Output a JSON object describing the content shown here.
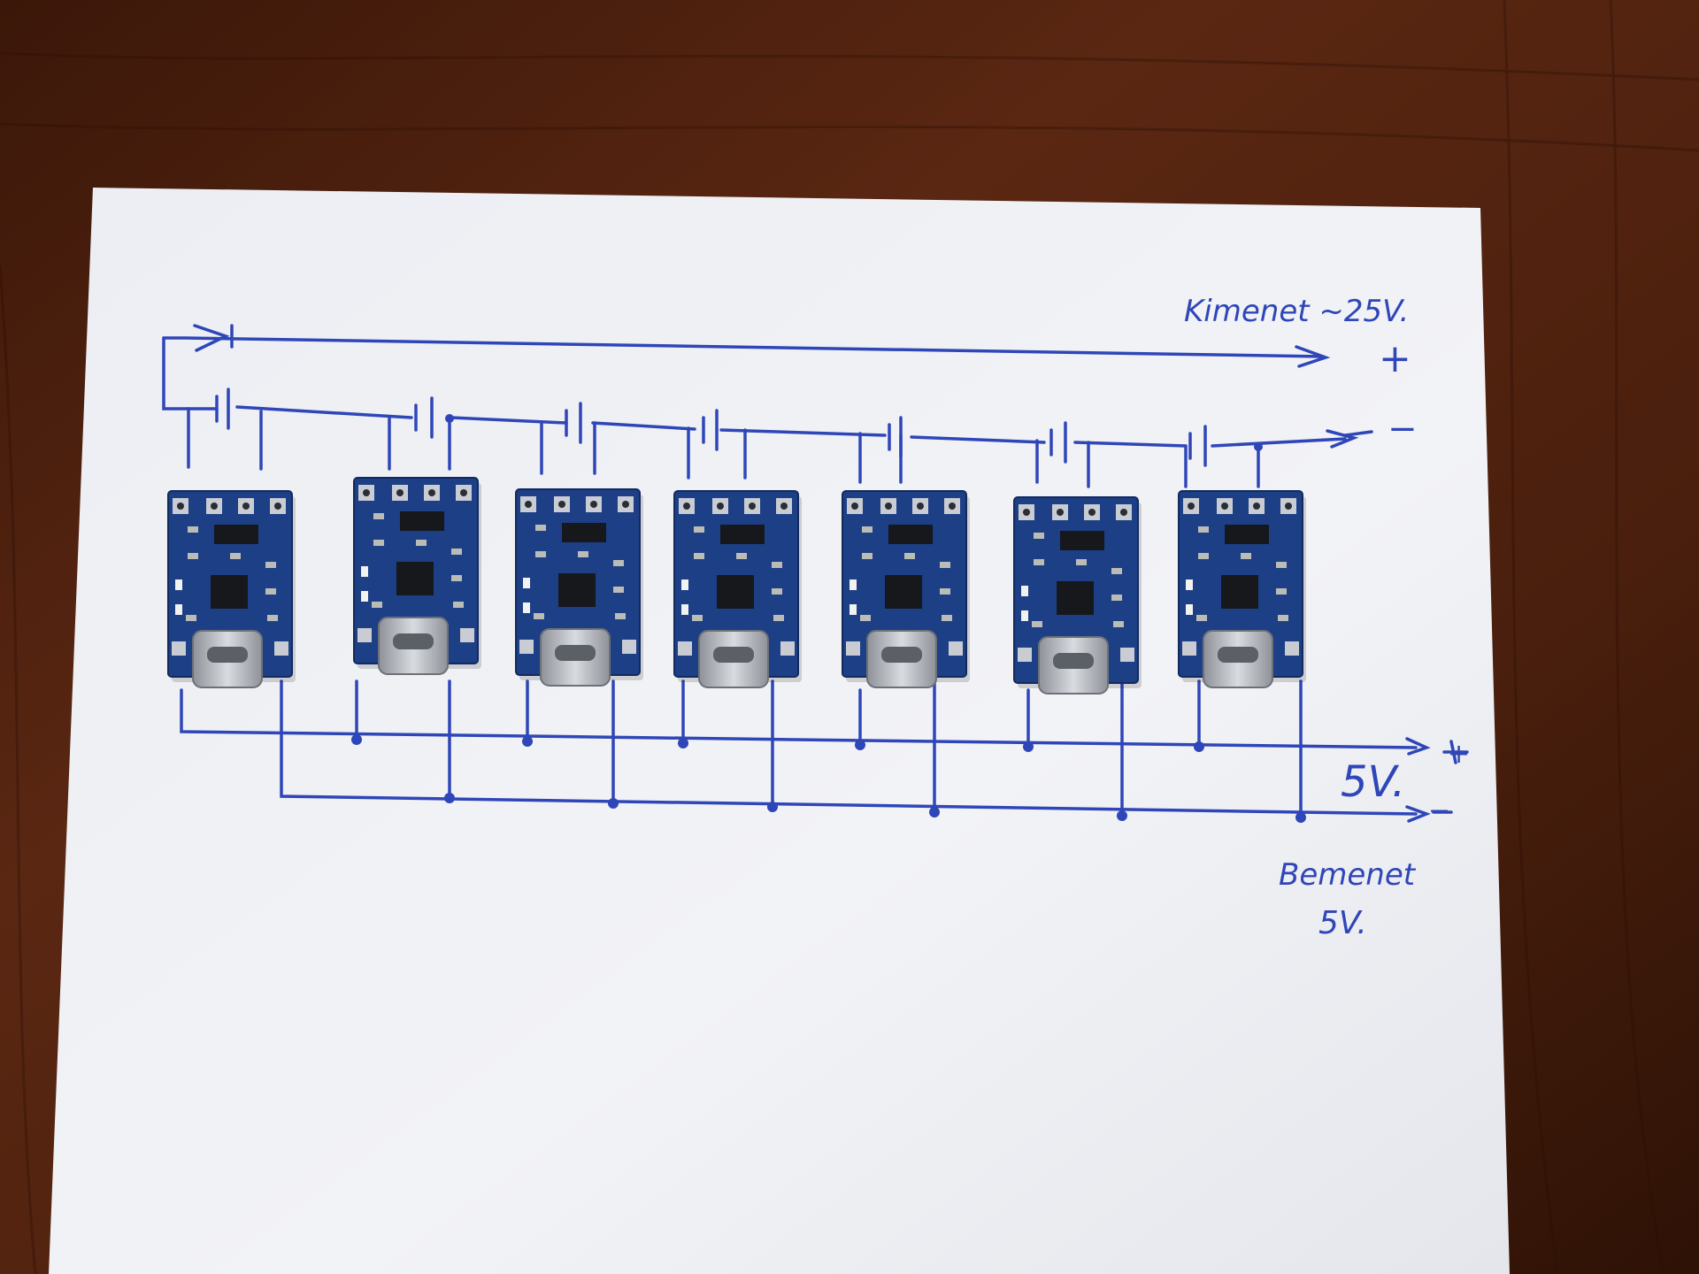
{
  "annotations": {
    "output_label": "Kimenet ~25V.",
    "output_plus": "+",
    "output_minus": "−",
    "input_plus": "+",
    "input_minus": "−",
    "input_voltage": "5V.",
    "input_label_line1": "Bemenet",
    "input_label_line2": "5V."
  },
  "colors": {
    "wood": "#4a200e",
    "paper": "#eef0f4",
    "ink": "#2f46b8",
    "pcb": "#1d3f86",
    "usb_metal": "#b8bcc2"
  },
  "modules": [
    {
      "id": 1
    },
    {
      "id": 2
    },
    {
      "id": 3
    },
    {
      "id": 4
    },
    {
      "id": 5
    },
    {
      "id": 6
    },
    {
      "id": 7
    }
  ]
}
